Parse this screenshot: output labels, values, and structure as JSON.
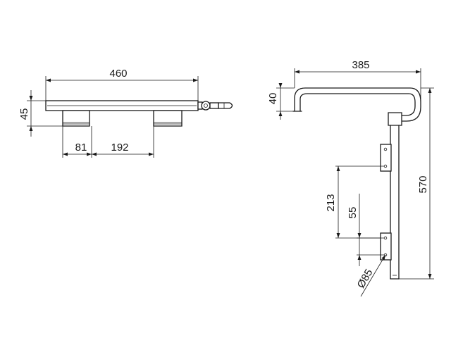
{
  "front_view": {
    "overall_width": "460",
    "height": "45",
    "offset": "81",
    "spacing": "192"
  },
  "side_view": {
    "spout_reach": "385",
    "spout_drop": "40",
    "total_height": "570",
    "bracket_spacing": "213",
    "lower_offset": "55",
    "pipe_diameter": "Ø85"
  }
}
